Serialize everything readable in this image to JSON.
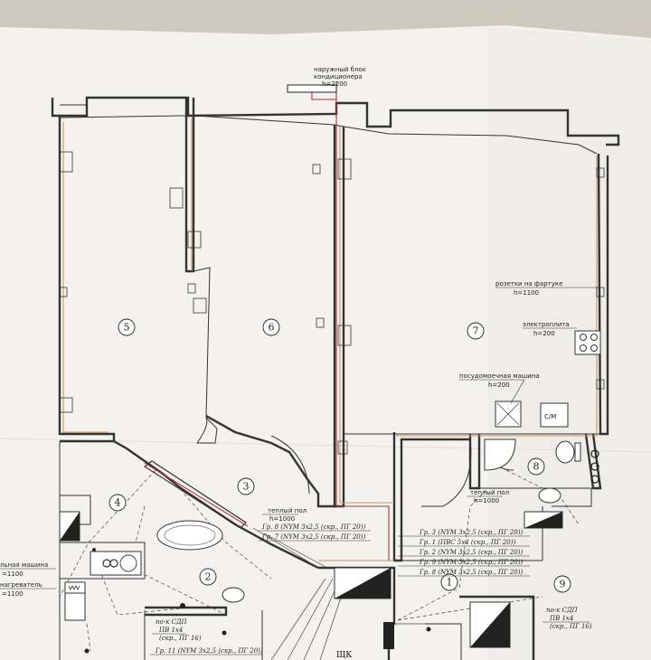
{
  "rooms": [
    {
      "number": "1"
    },
    {
      "number": "2"
    },
    {
      "number": "3"
    },
    {
      "number": "4"
    },
    {
      "number": "5"
    },
    {
      "number": "6"
    },
    {
      "number": "7"
    },
    {
      "number": "8"
    },
    {
      "number": "9"
    }
  ],
  "labels": {
    "ac_unit_1": "наружный блок",
    "ac_unit_2": "кондиционера",
    "ac_unit_h": "h=2200",
    "sockets_apron": "розетки на фартуке",
    "sockets_apron_h": "h=1100",
    "stove": "электроплита",
    "stove_h": "h=200",
    "dishwasher": "посудомоечная машина",
    "dishwasher_h": "h=200",
    "warm_floor_1": "теплый пол",
    "warm_floor_1_h": "h=1000",
    "warm_floor_2": "теплый пол",
    "warm_floor_2_h": "h=1000",
    "washer_1": "льная машина",
    "washer_h": "=1100",
    "heater": "нагреватель",
    "heater_h": "=1100",
    "panel": "ЩК",
    "sm_box": "С/М"
  },
  "groups_left": [
    "Гр. 8 (NYM 3x2,5 (скр., ПГ 20))",
    "Гр. 7 (NYM 3x2,5 (скр., ПГ 20))"
  ],
  "groups_right": [
    "Гр. 3 (NYM 3x2,5 (скр., ПГ 20))",
    "Гр. 1 (ПВС 5x4 (скр., ПГ 20))",
    "Гр. 2 (NYM 3x2,5 (скр., ПГ 20))",
    "Гр. 9 (NYM 3x2,5 (скр., ПГ 20))",
    "Гр. 8 (NYM 3x2,5 (скр., ПГ 20))"
  ],
  "sdp_left": {
    "l1": "по-к СДП",
    "l2": "ПВ 1x4",
    "l3": "(скр., ПГ 16)"
  },
  "sdp_right": {
    "l1": "по-к СДП",
    "l2": "ПВ 1x4",
    "l3": "(скр., ПГ 16)"
  },
  "group_bottom": "Гр. 11 (NYM 3x2,5 (скр., ПГ 20))"
}
